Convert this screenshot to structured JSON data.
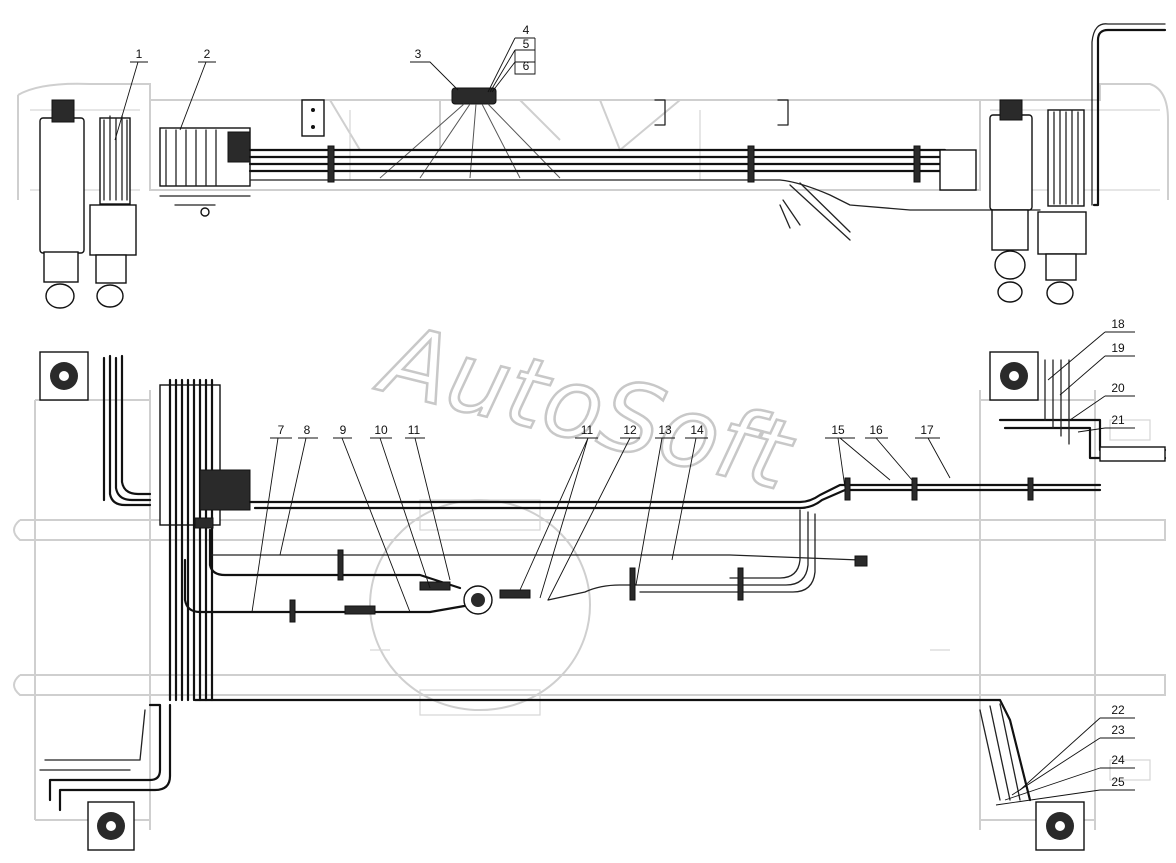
{
  "watermark": "AutoSoft",
  "callouts": {
    "top": [
      "1",
      "2",
      "3",
      "4",
      "5",
      "6"
    ],
    "plan": [
      "7",
      "8",
      "9",
      "10",
      "11",
      "11",
      "12",
      "13",
      "14",
      "15",
      "16",
      "17",
      "18",
      "19",
      "20",
      "21",
      "22",
      "23",
      "24",
      "25"
    ]
  }
}
